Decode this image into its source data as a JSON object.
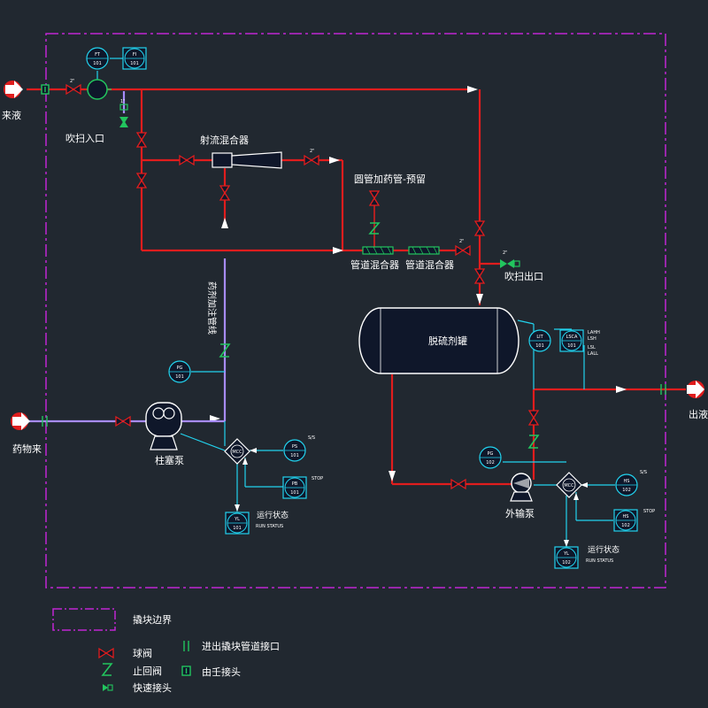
{
  "labels": {
    "inlet": "来液",
    "outlet": "出液",
    "chemical_inlet": "药物来",
    "purge_inlet": "吹扫入口",
    "purge_outlet": "吹扫出口",
    "jet_mixer": "射流混合器",
    "dosing_pipe": "圆管加药管-预留",
    "pipe_mixer_1": "管道混合器",
    "pipe_mixer_2": "管道混合器",
    "tank": "脱硫剂罐",
    "plunger_pump": "柱塞泵",
    "outer_pump": "外输泵",
    "run_status_1": "运行状态",
    "run_status_1_en": "RUN STATUS",
    "run_status_2": "运行状态",
    "run_status_2_en": "RUN STATUS",
    "vertical_note": "药剂加注管线"
  },
  "pipe_sizes": {
    "s1": "2\"",
    "s2": "2\"",
    "s3": "2\"",
    "s4": "2\"",
    "s5": "1\""
  },
  "instruments": {
    "ft": {
      "top": "FT",
      "num": "101"
    },
    "fi": {
      "top": "FI",
      "num": "101"
    },
    "pg1": {
      "top": "PG",
      "num": "101"
    },
    "pg2": {
      "top": "PG",
      "num": "102"
    },
    "lit": {
      "top": "LIT",
      "num": "101"
    },
    "lsca": {
      "top": "LSCA",
      "num": "101"
    },
    "ps": {
      "top": "PS",
      "num": "101"
    },
    "pb": {
      "top": "PB",
      "num": "101"
    },
    "ys1": {
      "top": "YL",
      "num": "101"
    },
    "hs": {
      "top": "HS",
      "num": "102"
    },
    "hs2": {
      "top": "HS",
      "num": "102"
    },
    "ys2": {
      "top": "YL",
      "num": "102"
    },
    "mcc1": "MCC",
    "mcc2": "MCC"
  },
  "annotations": {
    "ss1": "S/S",
    "stop1": "STOP",
    "ss2": "S/S",
    "stop2": "STOP",
    "lahh": "LAHH",
    "lsh": "LSH",
    "lsl": "LSL",
    "lall": "LALL"
  },
  "legend": {
    "skid_boundary": "撬块边界",
    "ball_valve": "球阀",
    "check_valve": "止回阀",
    "quick_connect": "快速接头",
    "skid_pipe_interface": "进出撬块管道接口",
    "union": "由壬接头"
  },
  "colors": {
    "background": "#212830",
    "main_pipe": "#e11d1d",
    "chemical_pipe": "#a78bfa",
    "signal": "#22d3ee",
    "boundary": "#c026d3",
    "check_valve": "#22c55e"
  }
}
